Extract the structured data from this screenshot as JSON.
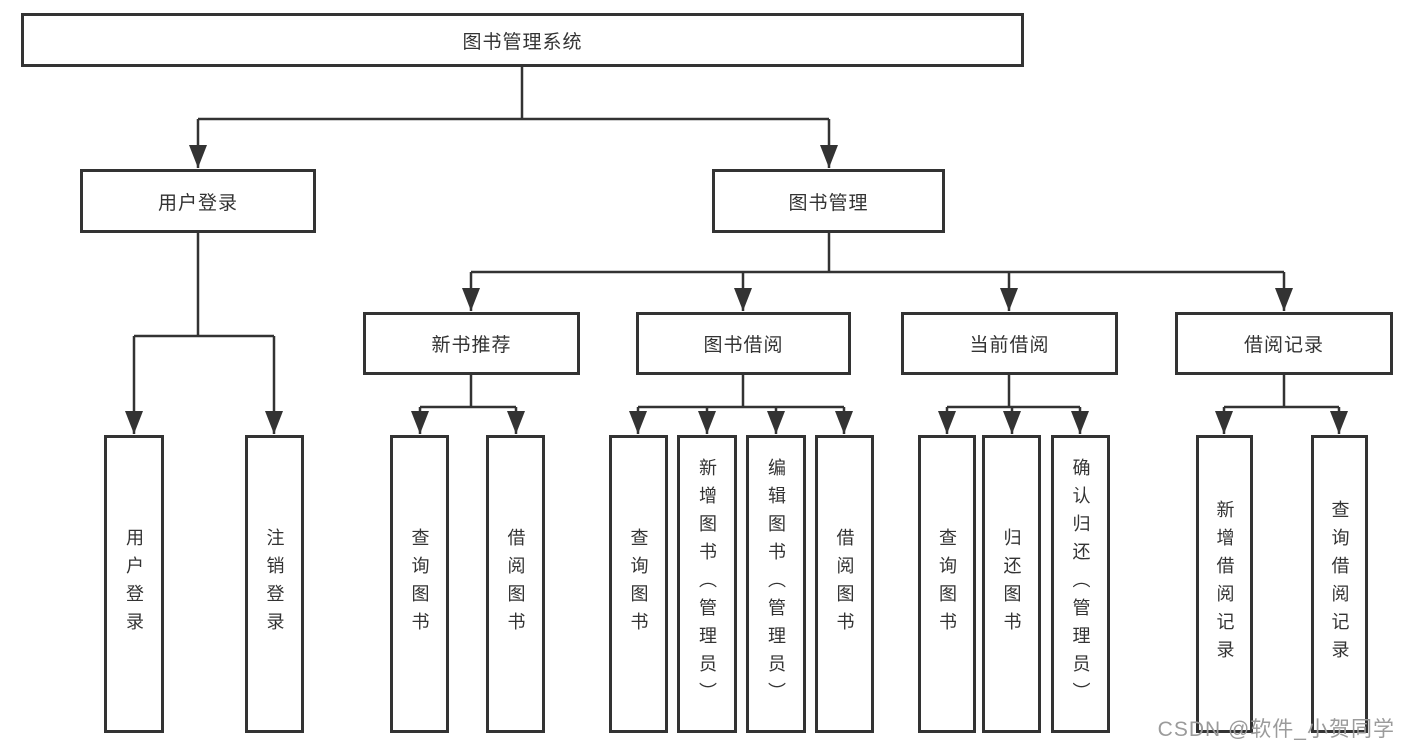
{
  "colors": {
    "line": "#333333",
    "text": "#333333",
    "background": "#ffffff",
    "watermark": "#9b9b9b"
  },
  "diagram": {
    "root": {
      "label": "图书管理系统"
    },
    "branches": [
      {
        "label": "用户登录",
        "children": [
          {
            "label": "用户登录"
          },
          {
            "label": "注销登录"
          }
        ]
      },
      {
        "label": "图书管理",
        "children": [
          {
            "label": "新书推荐",
            "children": [
              {
                "label": "查询图书"
              },
              {
                "label": "借阅图书"
              }
            ]
          },
          {
            "label": "图书借阅",
            "children": [
              {
                "label": "查询图书"
              },
              {
                "label": "新增图书（管理员）"
              },
              {
                "label": "编辑图书（管理员）"
              },
              {
                "label": "借阅图书"
              }
            ]
          },
          {
            "label": "当前借阅",
            "children": [
              {
                "label": "查询图书"
              },
              {
                "label": "归还图书"
              },
              {
                "label": "确认归还（管理员）"
              }
            ]
          },
          {
            "label": "借阅记录",
            "children": [
              {
                "label": "新增借阅记录"
              },
              {
                "label": "查询借阅记录"
              }
            ]
          }
        ]
      }
    ]
  },
  "watermark": {
    "text": "CSDN @软件_小贺同学"
  }
}
